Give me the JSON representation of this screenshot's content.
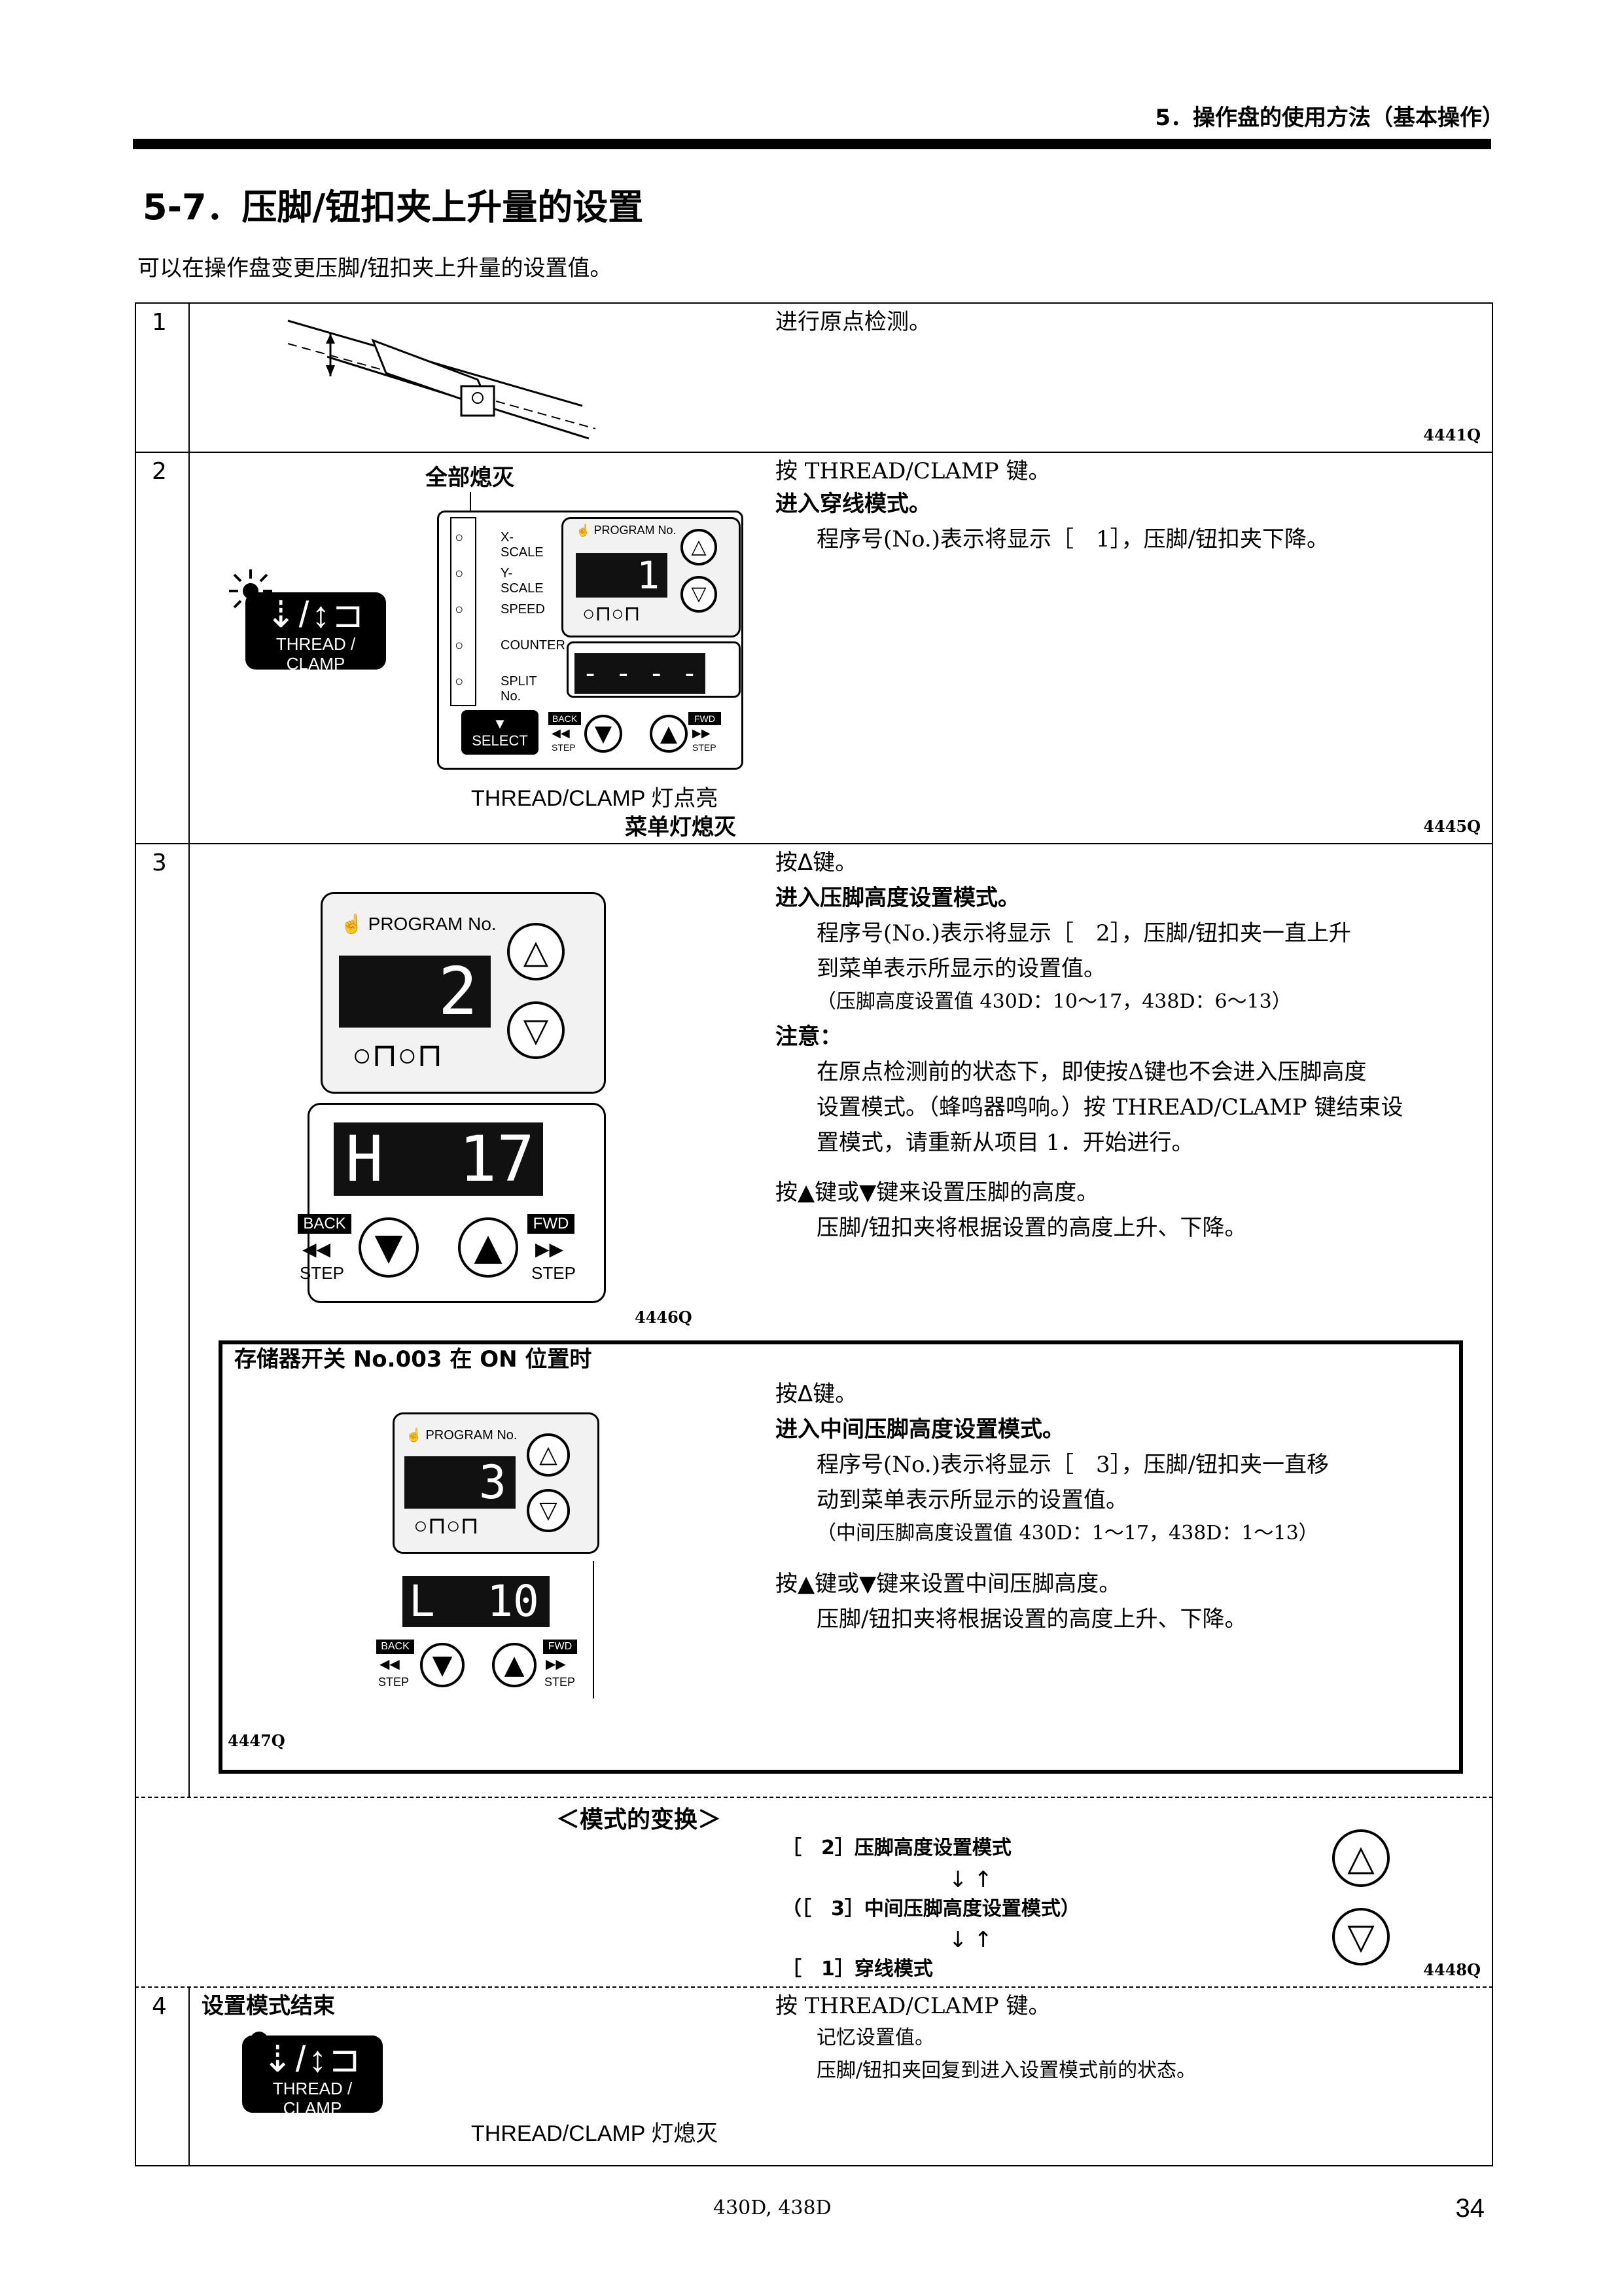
{
  "header": {
    "section": "5．操作盘的使用方法（基本操作）"
  },
  "title": "5-7．压脚/钮扣夹上升量的设置",
  "intro": "可以在操作盘变更压脚/钮扣夹上升量的设置值。",
  "steps": {
    "s1": {
      "num": "1",
      "text": "进行原点检测。",
      "code": "4441Q"
    },
    "s2": {
      "num": "2",
      "label_top": "全部熄灭",
      "line1": "按 THREAD/CLAMP 键。",
      "line2": "进入穿线模式。",
      "line3": "程序号(No.)表示将显示［　1］，压脚/钮扣夹下降。",
      "cap1": "THREAD/CLAMP 灯点亮",
      "cap2": "菜单灯熄灭",
      "code": "4445Q",
      "thread_btn": "THREAD / CLAMP",
      "menu": [
        "X-SCALE",
        "Y-SCALE",
        "SPEED",
        "COUNTER",
        "SPLIT No."
      ],
      "program_label": "PROGRAM No.",
      "program_value": "1",
      "split_value": "- - - -",
      "select": "SELECT",
      "back": "BACK",
      "fwd": "FWD",
      "step": "STEP"
    },
    "s3": {
      "num": "3",
      "line1": "按Δ键。",
      "line2": "进入压脚高度设置模式。",
      "line3": "程序号(No.)表示将显示［　2］，压脚/钮扣夹一直上升",
      "line4": "到菜单表示所显示的设置值。",
      "line5": "（压脚高度设置值 430D：10～17，438D：6～13）",
      "note_title": "注意：",
      "note1": "在原点检测前的状态下，即使按Δ键也不会进入压脚高度",
      "note2": "设置模式。（蜂鸣器鸣响。）按 THREAD/CLAMP 键结束设",
      "note3": "置模式，请重新从项目 1．开始进行。",
      "line6": "按▲键或▼键来设置压脚的高度。",
      "line7": "压脚/钮扣夹将根据设置的高度上升、下降。",
      "program_label": "PROGRAM No.",
      "program_value": "2",
      "display_value": "H  17",
      "back": "BACK",
      "fwd": "FWD",
      "step": "STEP",
      "code": "4446Q"
    },
    "s3b": {
      "title": "存储器开关 No.003 在 ON 位置时",
      "line1": "按Δ键。",
      "line2": "进入中间压脚高度设置模式。",
      "line3": "程序号(No.)表示将显示［　3］，压脚/钮扣夹一直移",
      "line4": "动到菜单表示所显示的设置值。",
      "line5": "（中间压脚高度设置值 430D：1～17，438D：1～13）",
      "line6": "按▲键或▼键来设置中间压脚高度。",
      "line7": "压脚/钮扣夹将根据设置的高度上升、下降。",
      "program_label": "PROGRAM No.",
      "program_value": "3",
      "display_value": "L  10",
      "back": "BACK",
      "fwd": "FWD",
      "step": "STEP",
      "code": "4447Q"
    },
    "modes": {
      "title": "＜模式的变换＞",
      "m1": "［　2］压脚高度设置模式",
      "arrows": "↓↑",
      "m2": "（［　3］中间压脚高度设置模式）",
      "m3": "［　1］穿线模式",
      "code": "4448Q"
    },
    "s4": {
      "num": "4",
      "label": "设置模式结束",
      "line1": "按 THREAD/CLAMP 键。",
      "line2": "记忆设置值。",
      "line3": "压脚/钮扣夹回复到进入设置模式前的状态。",
      "cap": "THREAD/CLAMP 灯熄灭",
      "thread_btn": "THREAD / CLAMP"
    }
  },
  "footer": {
    "model": "430D, 438D",
    "page": "34"
  }
}
